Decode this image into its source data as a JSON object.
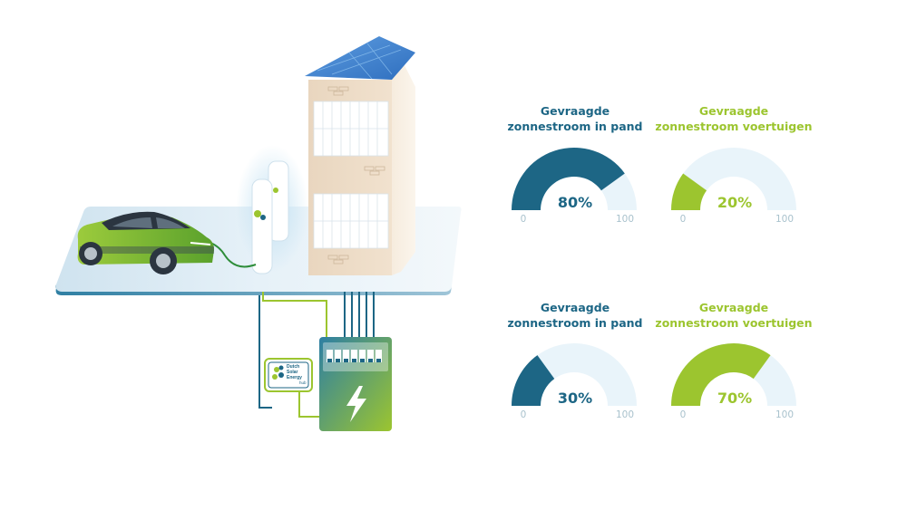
{
  "colors": {
    "blue": "#1d6685",
    "green": "#9cc52f",
    "gauge_track": "#e9f4fa",
    "tick": "#a9c2cd"
  },
  "icons": {
    "hub_logo": "dutch-solar-energy-hub-logo-icon",
    "bolt": "lightning-bolt-icon"
  },
  "hub_logo_text": [
    "Dutch",
    "Solar",
    "Energy",
    "hub"
  ],
  "gauges": [
    {
      "title_line1": "Gevraagde",
      "title_line2": "zonnestroom in pand",
      "value": 80,
      "label": "80%",
      "min": "0",
      "max": "100",
      "color": "blue"
    },
    {
      "title_line1": "Gevraagde",
      "title_line2": "zonnestroom voertuigen",
      "value": 20,
      "label": "20%",
      "min": "0",
      "max": "100",
      "color": "green"
    },
    {
      "title_line1": "Gevraagde",
      "title_line2": "zonnestroom in pand",
      "value": 30,
      "label": "30%",
      "min": "0",
      "max": "100",
      "color": "blue"
    },
    {
      "title_line1": "Gevraagde",
      "title_line2": "zonnestroom voertuigen",
      "value": 70,
      "label": "70%",
      "min": "0",
      "max": "100",
      "color": "green"
    }
  ]
}
